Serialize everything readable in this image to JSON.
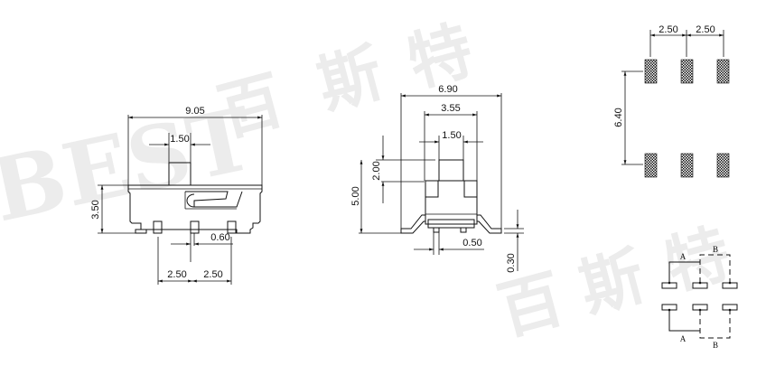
{
  "watermark": {
    "latin": "BEST",
    "cjk": [
      "百",
      "斯",
      "特"
    ],
    "color": "#ececec"
  },
  "front_view": {
    "overall_width": "9.05",
    "actuator_width": "1.50",
    "body_height": "3.50",
    "pin_width": "0.60",
    "pin_pitch_left": "2.50",
    "pin_pitch_right": "2.50"
  },
  "side_view": {
    "overall_width": "6.90",
    "body_width": "3.55",
    "actuator_width": "1.50",
    "actuator_height": "2.00",
    "overall_height": "5.00",
    "pin_width": "0.50",
    "lead_thickness": "0.30"
  },
  "pcb_layout": {
    "pad_pitch_1": "2.50",
    "pad_pitch_2": "2.50",
    "row_spacing": "6.40",
    "pad_rows": 2,
    "pads_per_row": 3
  },
  "circuit": {
    "label_a_top": "A",
    "label_b_top": "B",
    "label_a_bottom": "A",
    "label_b_bottom": "B"
  }
}
